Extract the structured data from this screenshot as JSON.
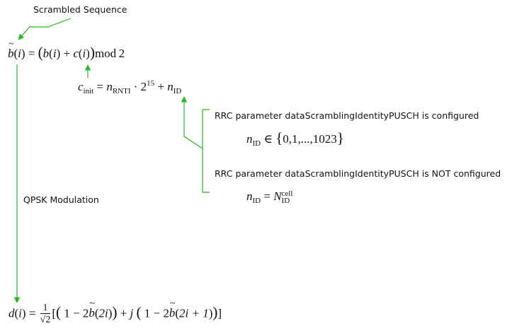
{
  "labels": {
    "scrambled_sequence": "Scrambled Sequence",
    "rrc_configured": "RRC parameter dataScramblingIdentityPUSCH is configured",
    "rrc_not_configured": "RRC parameter dataScramblingIdentityPUSCH is NOT configured",
    "qpsk_modulation": "QPSK Modulation"
  },
  "equations": {
    "scrambling": {
      "b": "b",
      "i": "i",
      "c": "c",
      "mod": "mod",
      "two": "2"
    },
    "c_init": {
      "c": "c",
      "init": "init",
      "n": "n",
      "rnti": "RNTI",
      "base": "2",
      "exp": "15",
      "id": "ID"
    },
    "nid_configured": {
      "n": "n",
      "id": "ID",
      "set": "0,1,...,1023"
    },
    "nid_not_configured": {
      "n": "n",
      "id": "ID",
      "N": "N",
      "cell": "cell"
    },
    "modulation": {
      "d": "d",
      "i": "i",
      "one": "1",
      "sqrt2": "√2",
      "two": "2",
      "j": "j",
      "arg1": "2i",
      "arg2": "2i + 1"
    }
  },
  "colors": {
    "arrow": "#22bb22",
    "text": "#111111"
  }
}
